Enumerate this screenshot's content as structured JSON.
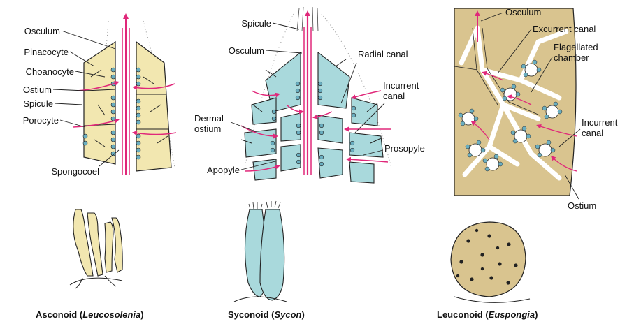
{
  "asconoid": {
    "labels": {
      "osculum": "Osculum",
      "pinacocyte": "Pinacocyte",
      "choanocyte": "Choanocyte",
      "ostium": "Ostium",
      "spicule": "Spicule",
      "porocyte": "Porocyte",
      "spongocoel": "Spongocoel"
    },
    "caption": {
      "type": "Asconoid",
      "genus": "Leucosolenia"
    }
  },
  "syconoid": {
    "labels": {
      "spicule": "Spicule",
      "osculum": "Osculum",
      "radial_canal": "Radial canal",
      "incurrent_canal_1": "Incurrent",
      "incurrent_canal_2": "canal",
      "dermal_ostium_1": "Dermal",
      "dermal_ostium_2": "ostium",
      "prosopyle": "Prosopyle",
      "apopyle": "Apopyle"
    },
    "caption": {
      "type": "Syconoid",
      "genus": "Sycon"
    }
  },
  "leuconoid": {
    "labels": {
      "osculum": "Osculum",
      "excurrent_canal": "Excurrent canal",
      "flagellated_chamber_1": "Flagellated",
      "flagellated_chamber_2": "chamber",
      "incurrent_canal_1": "Incurrent",
      "incurrent_canal_2": "canal",
      "ostium": "Ostium"
    },
    "caption": {
      "type": "Leuconoid",
      "genus": "Euspongia"
    }
  },
  "colors": {
    "arrow": "#e0287a",
    "asconoid_wall": "#f2e7b0",
    "syconoid_wall": "#a9d9dc",
    "leuconoid_body": "#d9c48f",
    "choanocyte": "#6aaec0",
    "outline": "#222222"
  }
}
